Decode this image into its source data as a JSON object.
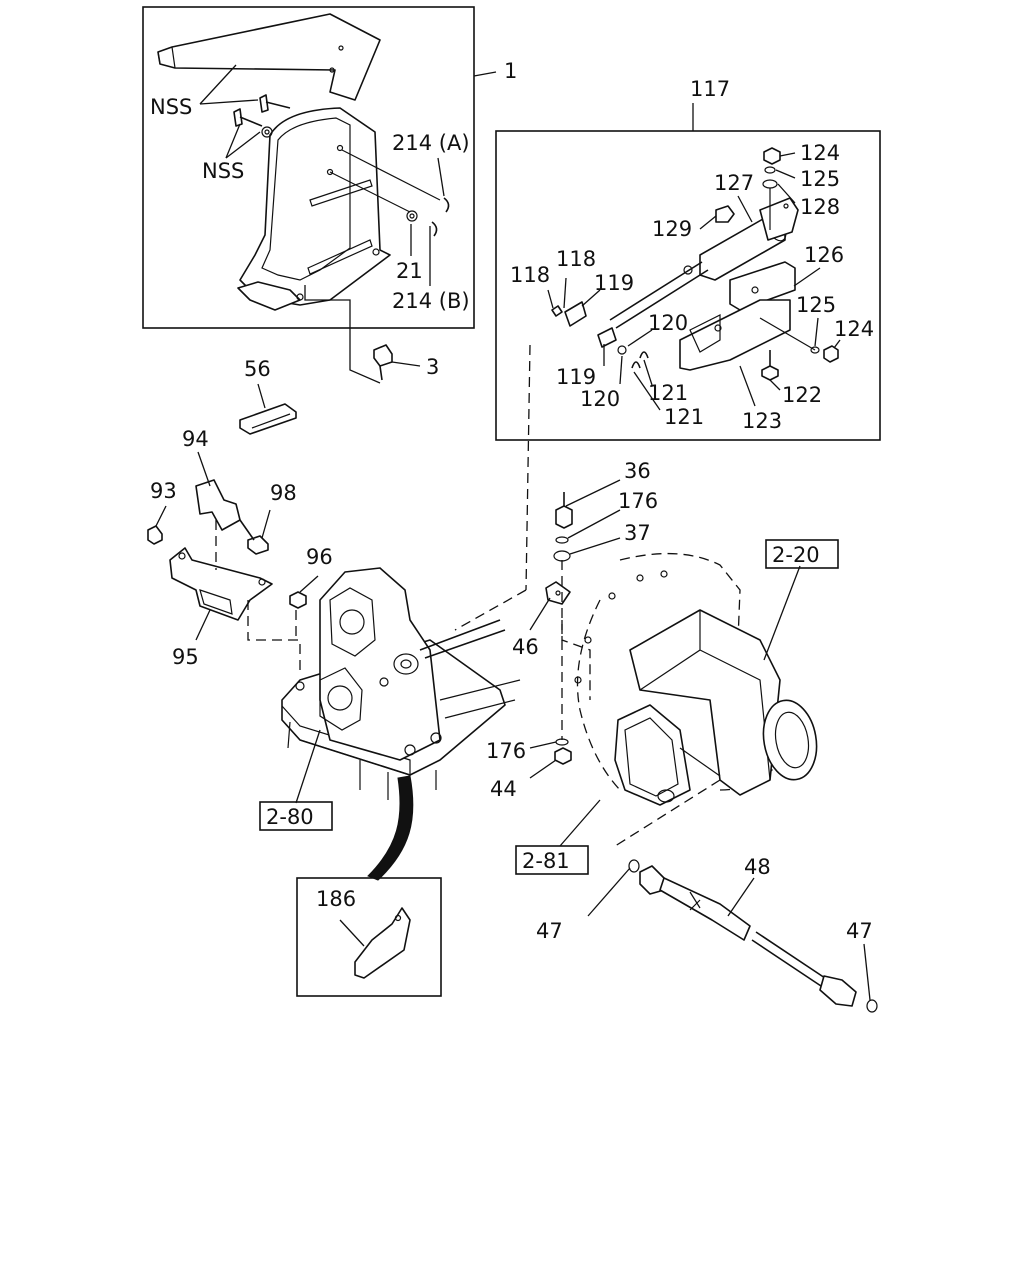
{
  "labels": {
    "l1": "1",
    "l117": "117",
    "nss_a": "NSS",
    "nss_b": "NSS",
    "l214a": "214 (A)",
    "l214b": "214 (B)",
    "l21": "21",
    "l3": "3",
    "l56": "56",
    "l94": "94",
    "l93": "93",
    "l98": "98",
    "l96": "96",
    "l95": "95",
    "l124a": "124",
    "l125a": "125",
    "l127": "127",
    "l128": "128",
    "l129": "129",
    "l126": "126",
    "l118a": "118",
    "l118b": "118",
    "l119a": "119",
    "l119b": "119",
    "l120a": "120",
    "l120b": "120",
    "l121a": "121",
    "l121b": "121",
    "l123": "123",
    "l122": "122",
    "l125b": "125",
    "l124b": "124",
    "l36": "36",
    "l176a": "176",
    "l37": "37",
    "l46": "46",
    "l176b": "176",
    "l44": "44",
    "l48": "48",
    "l47a": "47",
    "l47b": "47",
    "l186": "186"
  },
  "refs": {
    "r220": "2-20",
    "r280": "2-80",
    "r281": "2-81"
  }
}
